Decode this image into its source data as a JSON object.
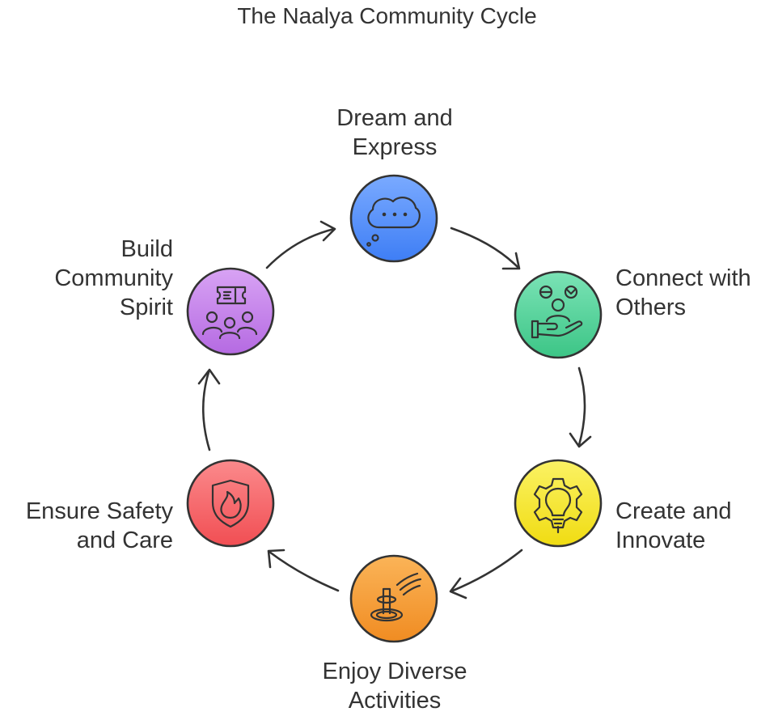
{
  "title": "The Naalya Community Cycle",
  "colors": {
    "dream": "#4d8cff",
    "connect": "#4fd39a",
    "create": "#f2e21b",
    "enjoy": "#f59b34",
    "safety": "#f45f63",
    "build": "#c27ce8",
    "stroke": "#333333"
  },
  "steps": [
    {
      "id": "dream",
      "lines": [
        "Dream and",
        "Express"
      ],
      "icon": "thought-bubble-icon"
    },
    {
      "id": "connect",
      "lines": [
        "Connect with",
        "Others"
      ],
      "icon": "people-hand-icon"
    },
    {
      "id": "create",
      "lines": [
        "Create and",
        "Innovate"
      ],
      "icon": "gear-lightbulb-icon"
    },
    {
      "id": "enjoy",
      "lines": [
        "Enjoy Diverse",
        "Activities"
      ],
      "icon": "ring-toss-icon"
    },
    {
      "id": "safety",
      "lines": [
        "Ensure Safety",
        "and Care"
      ],
      "icon": "fire-shield-icon"
    },
    {
      "id": "build",
      "lines": [
        "Build",
        "Community",
        "Spirit"
      ],
      "icon": "ticket-group-icon"
    }
  ]
}
